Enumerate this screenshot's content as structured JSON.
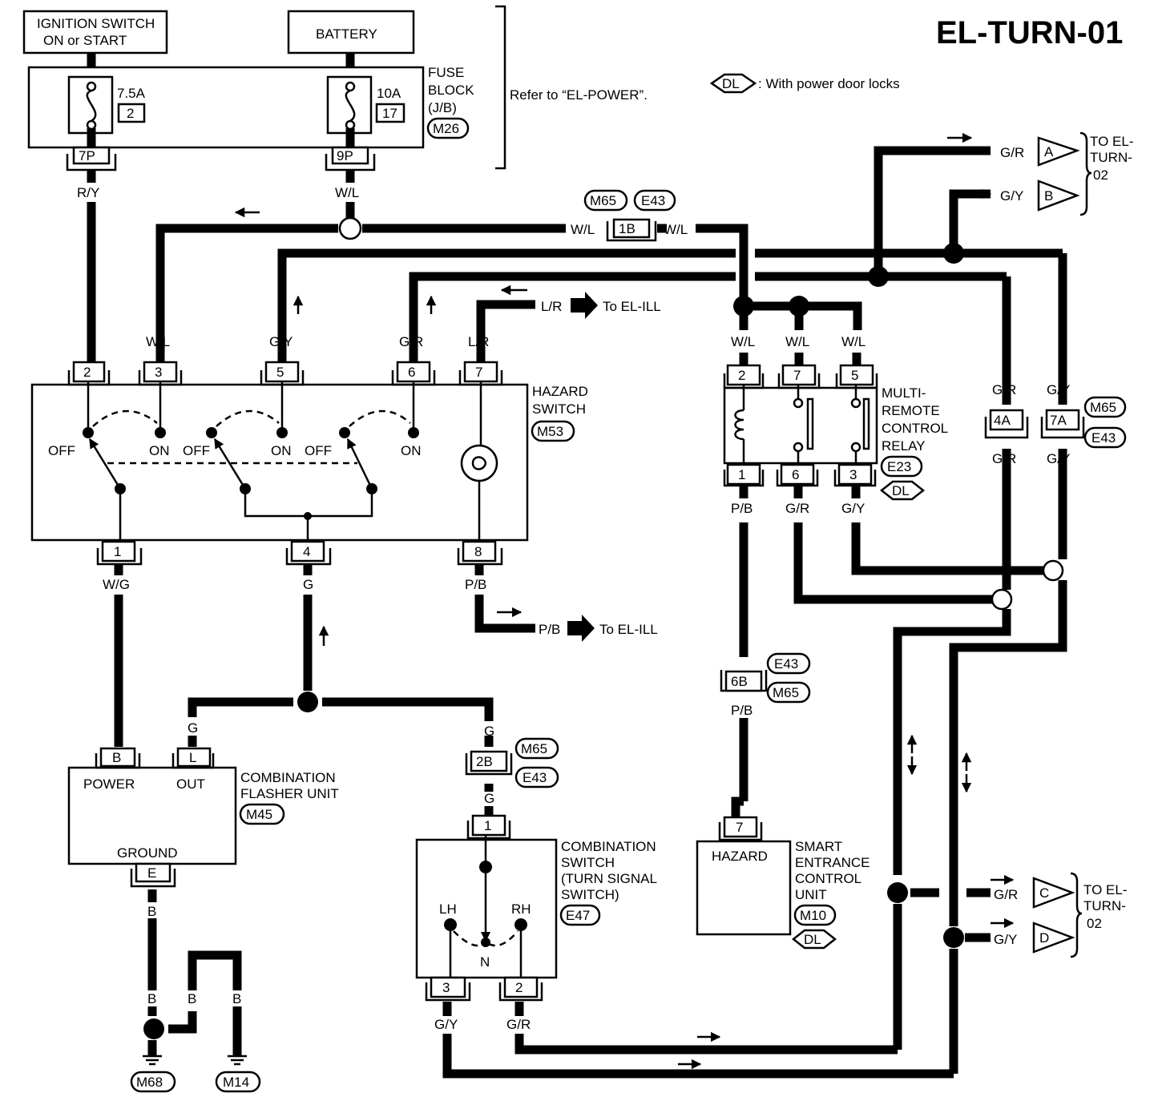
{
  "diagram": {
    "title": "EL-TURN-01",
    "legend": {
      "symbol": "DL",
      "text": ": With power door locks"
    },
    "refer_note": "Refer to “EL-POWER”.",
    "power": {
      "ignition_line1": "IGNITION SWITCH",
      "ignition_line2": "ON or START",
      "battery": "BATTERY",
      "fuse_block_l1": "FUSE",
      "fuse_block_l2": "BLOCK",
      "fuse_block_l3": "(J/B)",
      "fuse_block_conn": "M26",
      "fuse1_amp": "7.5A",
      "fuse1_num": "2",
      "fuse1_term": "7P",
      "fuse2_amp": "10A",
      "fuse2_num": "17",
      "fuse2_term": "9P"
    },
    "hazard_switch": {
      "name_l1": "HAZARD",
      "name_l2": "SWITCH",
      "conn": "M53",
      "top_pins": [
        "2",
        "3",
        "5",
        "6",
        "7"
      ],
      "bottom_pins": [
        "1",
        "4",
        "8"
      ],
      "positions": [
        "OFF",
        "ON",
        "OFF",
        "ON",
        "OFF",
        "ON"
      ]
    },
    "relay": {
      "name_l1": "MULTI-",
      "name_l2": "REMOTE",
      "name_l3": "CONTROL",
      "name_l4": "RELAY",
      "conn": "E23",
      "tag": "DL",
      "top_pins": [
        "2",
        "7",
        "5"
      ],
      "bottom_pins": [
        "1",
        "6",
        "3"
      ]
    },
    "flasher": {
      "name_l1": "COMBINATION",
      "name_l2": "FLASHER UNIT",
      "conn": "M45",
      "power": "POWER",
      "out": "OUT",
      "ground": "GROUND",
      "pin_power": "B",
      "pin_out": "L",
      "pin_ground": "E"
    },
    "combo_switch": {
      "name_l1": "COMBINATION",
      "name_l2": "SWITCH",
      "name_l3": "(TURN SIGNAL",
      "name_l4": "SWITCH)",
      "conn": "E47",
      "lh": "LH",
      "rh": "RH",
      "n": "N",
      "pin_top": "1",
      "pin_left": "3",
      "pin_right": "2"
    },
    "seicu": {
      "name_l1": "SMART",
      "name_l2": "ENTRANCE",
      "name_l3": "CONTROL",
      "name_l4": "UNIT",
      "conn": "M10",
      "tag": "DL",
      "hazard": "HAZARD",
      "pin": "7"
    },
    "joints": {
      "j1b": "1B",
      "j4a": "4A",
      "j7a": "7A",
      "j6b": "6B",
      "j2b": "2B",
      "m65": "M65",
      "e43": "E43"
    },
    "wires": {
      "ry": "R/Y",
      "wl": "W/L",
      "gy": "G/Y",
      "gr": "G/R",
      "lr": "L/R",
      "wg": "W/G",
      "g": "G",
      "pb": "P/B",
      "b": "B"
    },
    "refs": {
      "to_el_ill": "To EL-ILL",
      "to_el": "TO EL-",
      "turn": "TURN-",
      "page": "02",
      "a": "A",
      "b": "B",
      "c": "C",
      "d": "D"
    },
    "grounds": {
      "g1": "M68",
      "g2": "M14"
    }
  }
}
